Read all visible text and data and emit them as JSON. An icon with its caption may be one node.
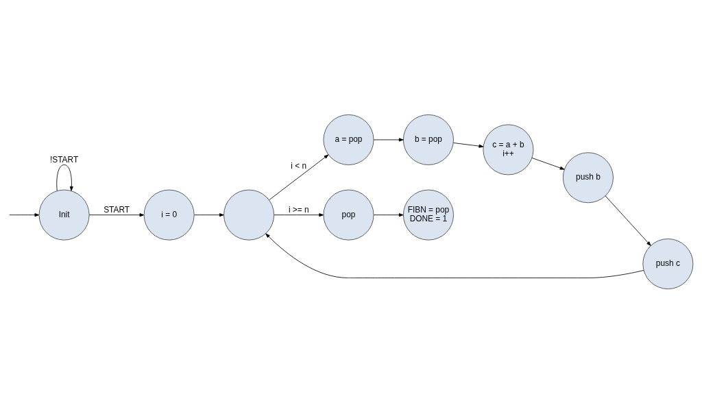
{
  "diagram": {
    "nodes": [
      {
        "text": [
          "Init"
        ]
      },
      {
        "text": [
          "i = 0"
        ]
      },
      {
        "text": [],
        "shape": "circle"
      },
      {
        "text": [
          "a = pop"
        ]
      },
      {
        "text": [
          "b = pop"
        ]
      },
      {
        "text": [
          "c = a + b",
          "i++"
        ]
      },
      {
        "text": [
          "push b"
        ]
      },
      {
        "text": [
          "push c"
        ]
      },
      {
        "text": [
          "pop"
        ]
      },
      {
        "text": [
          "FIBN = pop",
          "DONE = 1"
        ]
      }
    ],
    "edges": [
      {
        "from": null,
        "to": 0,
        "arrow": "to"
      },
      {
        "from": 0,
        "to": 0,
        "arrow": "to",
        "label": "!START"
      },
      {
        "from": 0,
        "to": 1,
        "arrow": "to",
        "label": "START"
      },
      {
        "from": 1,
        "to": 2,
        "arrow": "to"
      },
      {
        "from": 2,
        "to": 3,
        "arrow": "to",
        "label": "i < n"
      },
      {
        "from": 3,
        "to": 4,
        "arrow": "to"
      },
      {
        "from": 4,
        "to": 5,
        "arrow": "to"
      },
      {
        "from": 5,
        "to": 6,
        "arrow": "to"
      },
      {
        "from": 6,
        "to": 7,
        "arrow": "to"
      },
      {
        "from": 7,
        "to": 2,
        "arrow": "to"
      },
      {
        "from": 2,
        "to": 8,
        "arrow": "to",
        "label": "i >= n"
      },
      {
        "from": 8,
        "to": 9,
        "arrow": "to"
      }
    ]
  }
}
